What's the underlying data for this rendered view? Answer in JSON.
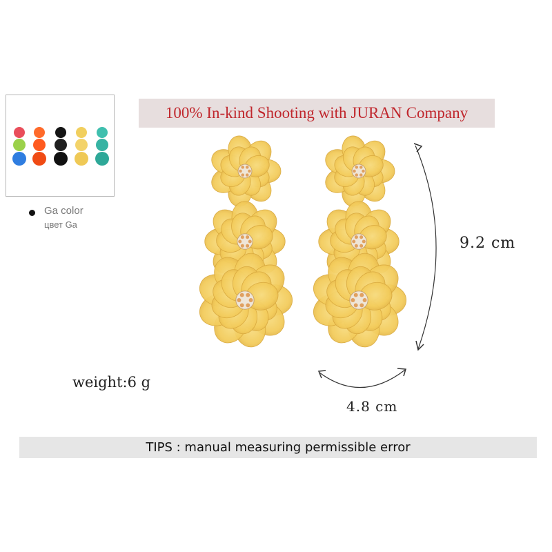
{
  "banner": {
    "prefix": "100% In-kind Shooting with",
    "brand": "JURAN",
    "suffix": "Company"
  },
  "variant": {
    "label_en": "Ga color",
    "label_ru": "цвет Ga",
    "thumbnail_colors": [
      "#e94e5b",
      "#ff6a2a",
      "#151515",
      "#f1cf5e",
      "#3fbfae"
    ]
  },
  "dimensions": {
    "height": "9.2 cm",
    "width": "4.8 cm"
  },
  "weight": "weight:6 g",
  "tips": "TIPS : manual measuring permissible error",
  "colors": {
    "petal": "#f3cc5c",
    "banner_bg": "#e7dede",
    "banner_text": "#c0272d",
    "tips_bg": "#e6e6e6"
  }
}
